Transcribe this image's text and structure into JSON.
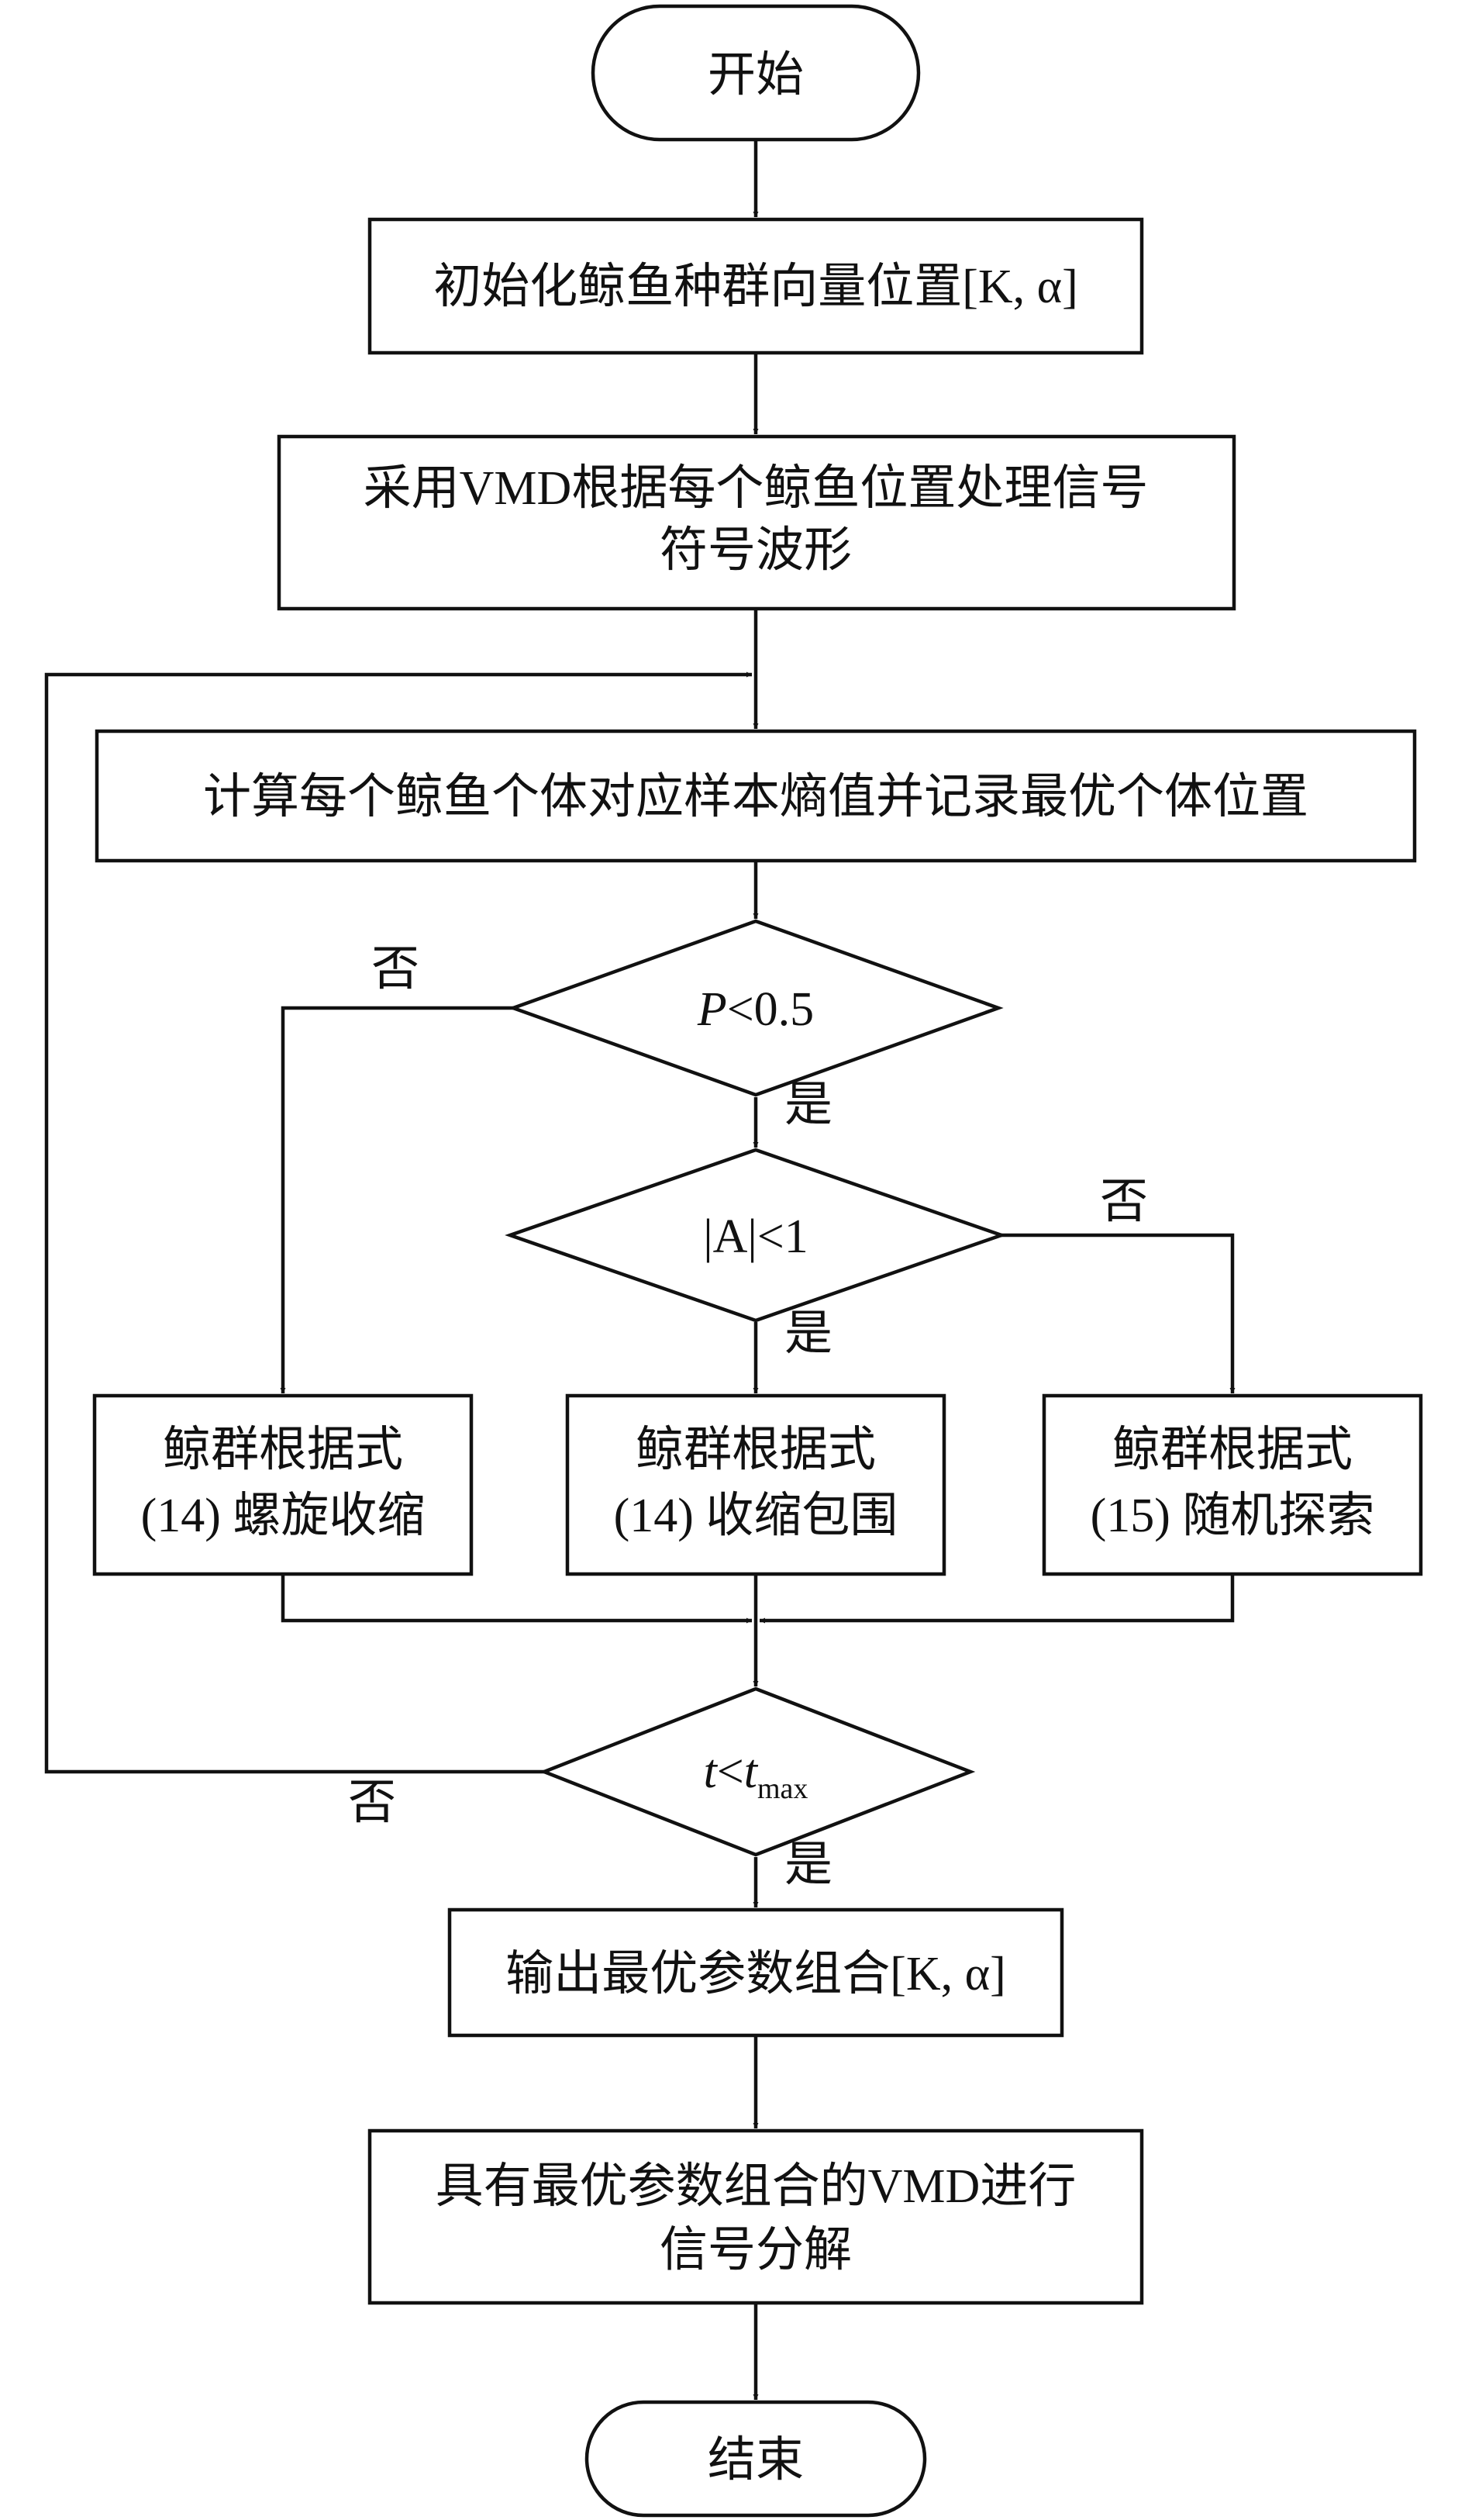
{
  "nodes": {
    "start": {
      "text": "开始"
    },
    "init": {
      "text": "初始化鲸鱼种群向量位置[K, α]"
    },
    "vmd_process": {
      "line1": "采用VMD根据每个鲸鱼位置处理信号",
      "line2": "符号波形"
    },
    "compute": {
      "text": "计算每个鲸鱼个体对应样本熵值并记录最优个体位置"
    },
    "decision_p": {
      "var": "P",
      "rest": "<0.5"
    },
    "decision_a": {
      "text": "|A|<1"
    },
    "spiral": {
      "line1": "鲸群根据式",
      "line2": "(14) 螺旋收缩"
    },
    "encircle": {
      "line1": "鲸群根据式",
      "line2": "(14) 收缩包围"
    },
    "search": {
      "line1": "鲸群根据式",
      "line2": "(15) 随机探索"
    },
    "decision_t": {
      "var": "t",
      "lt": "<",
      "var2": "t",
      "sub": "max"
    },
    "output": {
      "text": "输出最优参数组合[K, α]"
    },
    "decompose": {
      "line1": "具有最优参数组合的VMD进行",
      "line2": "信号分解"
    },
    "end": {
      "text": "结束"
    }
  },
  "edge_labels": {
    "p_no": "否",
    "p_yes": "是",
    "a_no": "否",
    "a_yes": "是",
    "t_no": "否",
    "t_yes": "是"
  }
}
